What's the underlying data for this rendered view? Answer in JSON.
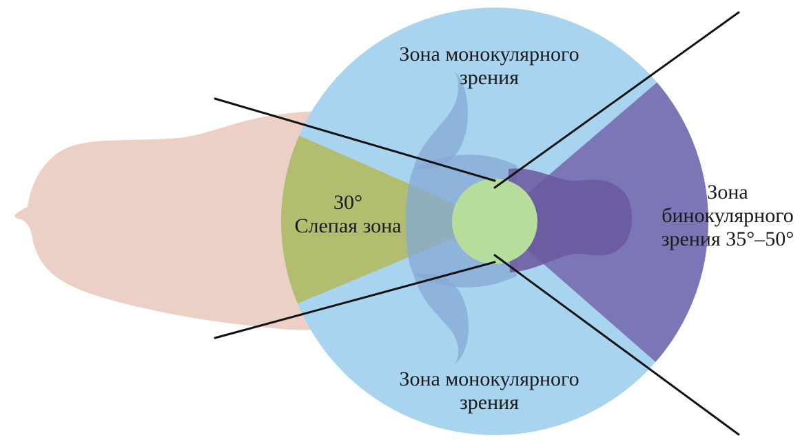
{
  "colors": {
    "background": "#ffffff",
    "animal_body": "#ecd0c6",
    "monocular_zone": "#a8d4f0",
    "binocular_zone": "#7b77b7",
    "blind_zone": "#b2bd6f",
    "center_circle": "#b6dd9b",
    "head_markings": "#86a9d6",
    "head_markings_binocular": "#6b579e",
    "lines": "#111111"
  },
  "labels": {
    "monocular_top": {
      "line1": "Зона монокулярного",
      "line2": "зрения"
    },
    "monocular_bottom": {
      "line1": "Зона монокулярного",
      "line2": "зрения"
    },
    "blind": {
      "angle": "30°",
      "name": "Слепая зона"
    },
    "binocular": {
      "line1": "Зона",
      "line2": "бинокулярного",
      "line3": "зрения 35°–50°"
    }
  }
}
